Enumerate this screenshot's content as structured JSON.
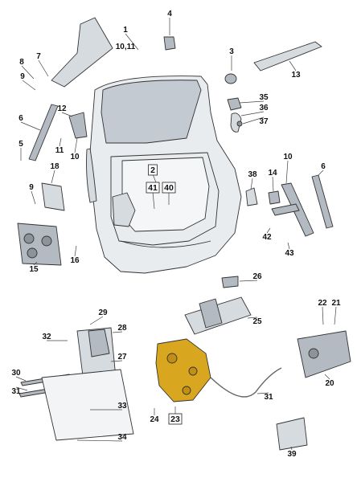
{
  "diagram": {
    "accent_color": "#d9a620",
    "callouts": [
      {
        "id": "1",
        "text": "1",
        "sub": "10,11"
      },
      {
        "id": "4",
        "text": "4"
      },
      {
        "id": "3",
        "text": "3"
      },
      {
        "id": "8",
        "text": "8"
      },
      {
        "id": "7",
        "text": "7"
      },
      {
        "id": "9a",
        "text": "9"
      },
      {
        "id": "13",
        "text": "13"
      },
      {
        "id": "35",
        "text": "35"
      },
      {
        "id": "36",
        "text": "36"
      },
      {
        "id": "37",
        "text": "37"
      },
      {
        "id": "6a",
        "text": "6"
      },
      {
        "id": "12",
        "text": "12"
      },
      {
        "id": "11",
        "text": "11"
      },
      {
        "id": "10a",
        "text": "10"
      },
      {
        "id": "5",
        "text": "5"
      },
      {
        "id": "18",
        "text": "18"
      },
      {
        "id": "9b",
        "text": "9"
      },
      {
        "id": "15",
        "text": "15"
      },
      {
        "id": "16",
        "text": "16"
      },
      {
        "id": "2",
        "text": "2"
      },
      {
        "id": "41",
        "text": "41"
      },
      {
        "id": "40",
        "text": "40"
      },
      {
        "id": "38",
        "text": "38"
      },
      {
        "id": "14",
        "text": "14"
      },
      {
        "id": "10b",
        "text": "10"
      },
      {
        "id": "6b",
        "text": "6"
      },
      {
        "id": "42",
        "text": "42"
      },
      {
        "id": "43",
        "text": "43"
      },
      {
        "id": "26",
        "text": "26"
      },
      {
        "id": "25",
        "text": "25"
      },
      {
        "id": "29",
        "text": "29"
      },
      {
        "id": "32",
        "text": "32"
      },
      {
        "id": "28",
        "text": "28"
      },
      {
        "id": "27",
        "text": "27"
      },
      {
        "id": "30",
        "text": "30"
      },
      {
        "id": "31a",
        "text": "31"
      },
      {
        "id": "33",
        "text": "33"
      },
      {
        "id": "34",
        "text": "34"
      },
      {
        "id": "24",
        "text": "24"
      },
      {
        "id": "23",
        "text": "23"
      },
      {
        "id": "31b",
        "text": "31"
      },
      {
        "id": "22",
        "text": "22"
      },
      {
        "id": "21",
        "text": "21"
      },
      {
        "id": "20",
        "text": "20"
      },
      {
        "id": "39",
        "text": "39"
      }
    ]
  }
}
